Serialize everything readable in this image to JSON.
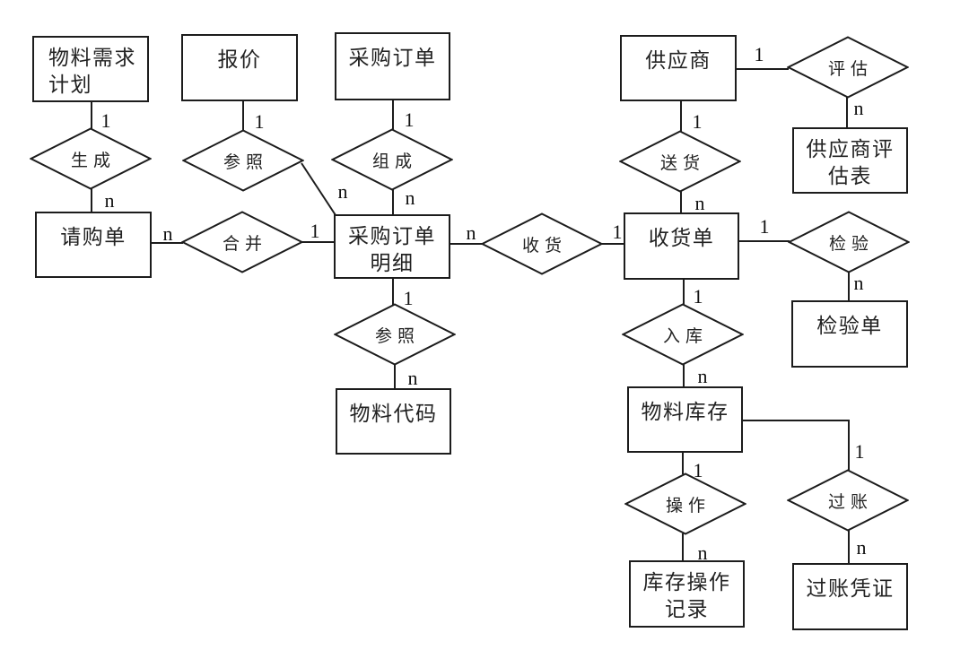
{
  "diagram": {
    "entities": [
      {
        "id": "material-requirements-plan",
        "lines": [
          "物料需求",
          "计划"
        ]
      },
      {
        "id": "quotation",
        "lines": [
          "报价"
        ]
      },
      {
        "id": "purchase-order",
        "lines": [
          "采购订单"
        ]
      },
      {
        "id": "supplier",
        "lines": [
          "供应商"
        ]
      },
      {
        "id": "purchase-requisition",
        "lines": [
          "请购单"
        ]
      },
      {
        "id": "purchase-order-detail",
        "lines": [
          "采购订单",
          "明细"
        ]
      },
      {
        "id": "goods-receipt",
        "lines": [
          "收货单"
        ]
      },
      {
        "id": "supplier-evaluation-form",
        "lines": [
          "供应商评",
          "估表"
        ]
      },
      {
        "id": "inspection-sheet",
        "lines": [
          "检验单"
        ]
      },
      {
        "id": "material-code",
        "lines": [
          "物料代码"
        ]
      },
      {
        "id": "material-inventory",
        "lines": [
          "物料库存"
        ]
      },
      {
        "id": "inventory-operation-record",
        "lines": [
          "库存操作",
          "记录"
        ]
      },
      {
        "id": "posting-voucher",
        "lines": [
          "过账凭证"
        ]
      }
    ],
    "relationships": [
      {
        "id": "generate",
        "label": "生成"
      },
      {
        "id": "reference-quote",
        "label": "参照"
      },
      {
        "id": "compose",
        "label": "组成"
      },
      {
        "id": "evaluate",
        "label": "评估"
      },
      {
        "id": "deliver",
        "label": "送货"
      },
      {
        "id": "merge",
        "label": "合并"
      },
      {
        "id": "receive",
        "label": "收货"
      },
      {
        "id": "inspect",
        "label": "检验"
      },
      {
        "id": "warehouse-in",
        "label": "入库"
      },
      {
        "id": "reference-material",
        "label": "参照"
      },
      {
        "id": "operate",
        "label": "操作"
      },
      {
        "id": "post",
        "label": "过账"
      }
    ],
    "cardinalities": [
      "1",
      "n",
      "1",
      "n",
      "1",
      "n",
      "n",
      "1",
      "n",
      "1",
      "1",
      "n",
      "1",
      "n",
      "1",
      "n",
      "1",
      "n",
      "1",
      "n",
      "1",
      "n",
      "1",
      "n"
    ],
    "colors": {
      "line": "#1c1c1c",
      "text": "#222222",
      "background": "#ffffff"
    }
  }
}
